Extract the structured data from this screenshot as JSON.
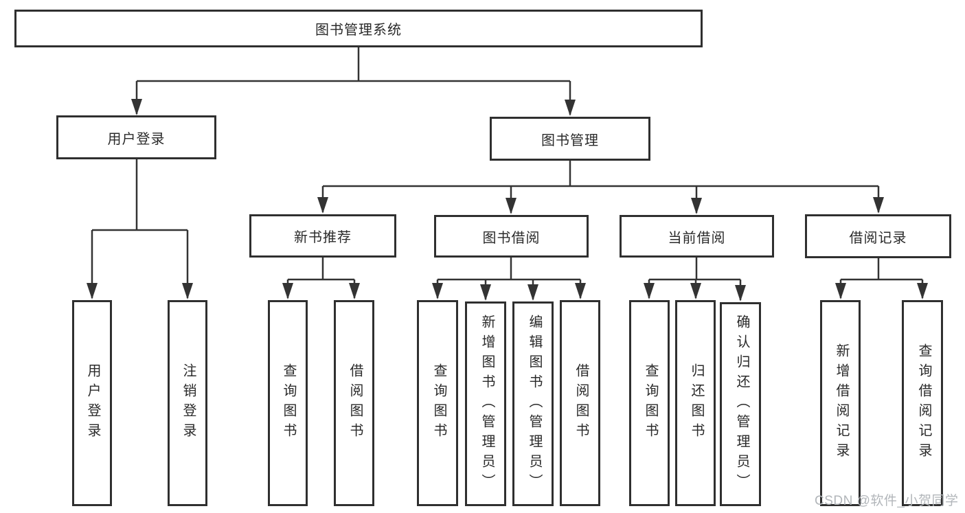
{
  "diagram": {
    "title": "图书管理系统",
    "nodes": [
      {
        "id": "root",
        "label": "图书管理系统",
        "level": 1
      },
      {
        "id": "user-login",
        "label": "用户登录",
        "level": 2
      },
      {
        "id": "book-management",
        "label": "图书管理",
        "level": 2
      },
      {
        "id": "new-book-recommend",
        "label": "新书推荐",
        "level": 3
      },
      {
        "id": "book-borrowing",
        "label": "图书借阅",
        "level": 3
      },
      {
        "id": "current-borrowing",
        "label": "当前借阅",
        "level": 3
      },
      {
        "id": "borrowing-records",
        "label": "借阅记录",
        "level": 3
      },
      {
        "id": "leaf-user-login",
        "label": "用户登录",
        "level": 4,
        "parent": "user-login"
      },
      {
        "id": "leaf-logout",
        "label": "注销登录",
        "level": 4,
        "parent": "user-login"
      },
      {
        "id": "leaf-query-books-a",
        "label": "查询图书",
        "level": 4,
        "parent": "new-book-recommend"
      },
      {
        "id": "leaf-borrow-books-a",
        "label": "借阅图书",
        "level": 4,
        "parent": "new-book-recommend"
      },
      {
        "id": "leaf-query-books-b",
        "label": "查询图书",
        "level": 4,
        "parent": "book-borrowing"
      },
      {
        "id": "leaf-add-books-admin",
        "label": "新增图书（管理员）",
        "level": 4,
        "parent": "book-borrowing"
      },
      {
        "id": "leaf-edit-books-admin",
        "label": "编辑图书（管理员）",
        "level": 4,
        "parent": "book-borrowing"
      },
      {
        "id": "leaf-borrow-books-b",
        "label": "借阅图书",
        "level": 4,
        "parent": "book-borrowing"
      },
      {
        "id": "leaf-query-books-c",
        "label": "查询图书",
        "level": 4,
        "parent": "current-borrowing"
      },
      {
        "id": "leaf-return-books",
        "label": "归还图书",
        "level": 4,
        "parent": "current-borrowing"
      },
      {
        "id": "leaf-confirm-return-admin",
        "label": "确认归还（管理员）",
        "level": 4,
        "parent": "current-borrowing"
      },
      {
        "id": "leaf-add-borrow-record",
        "label": "新增借阅记录",
        "level": 4,
        "parent": "borrowing-records"
      },
      {
        "id": "leaf-query-borrow-record",
        "label": "查询借阅记录",
        "level": 4,
        "parent": "borrowing-records"
      }
    ]
  },
  "watermark": {
    "text": "CSDN @软件_小贺同学"
  },
  "colors": {
    "line": "#333333",
    "box_border": "#2f2f2f",
    "text": "#2a2a2a",
    "watermark": "#b2b6ba",
    "background": "#ffffff"
  }
}
